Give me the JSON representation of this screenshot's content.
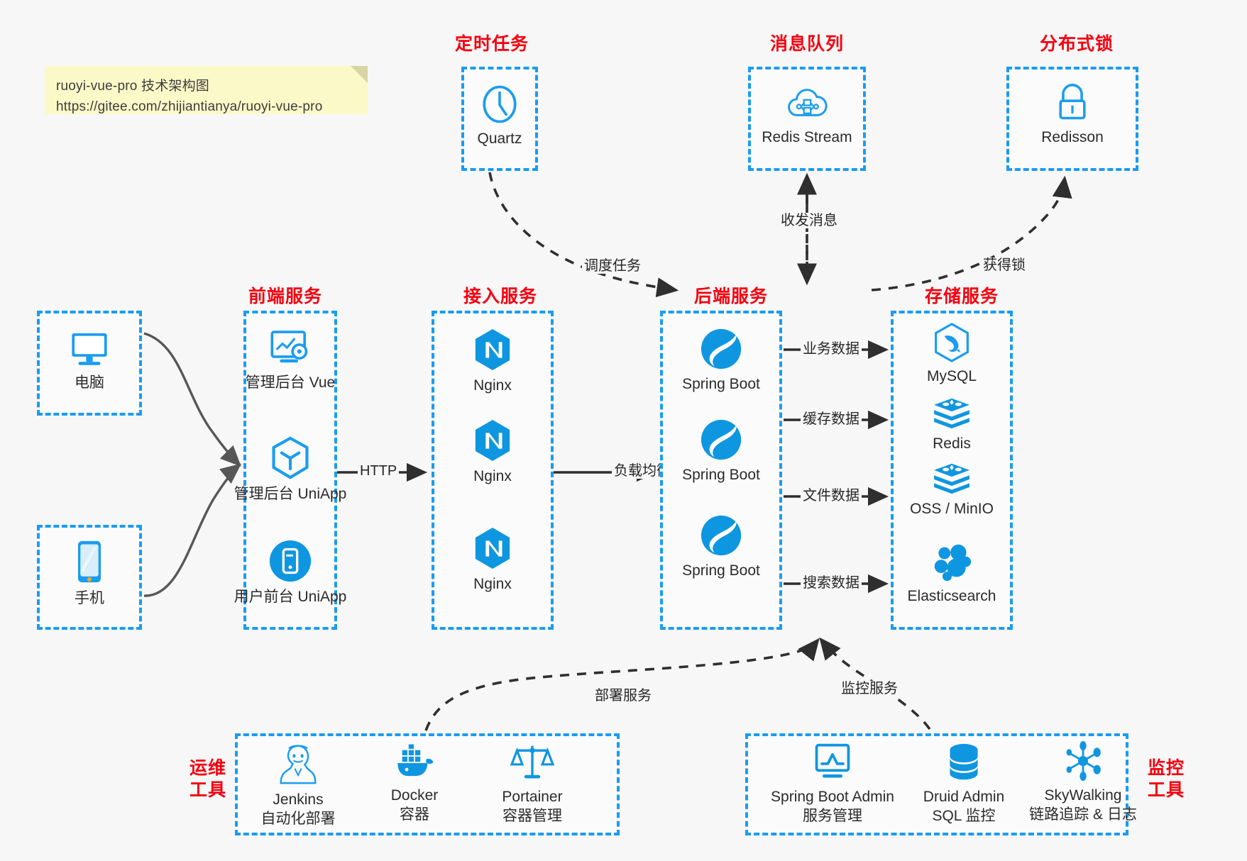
{
  "note": {
    "line1": "ruoyi-vue-pro 技术架构图",
    "line2": "https://gitee.com/zhijiantianya/ruoyi-vue-pro"
  },
  "colors": {
    "accent_blue": "#1a9cf0",
    "icon_blue": "#0f96e0",
    "title_red": "#f5000f",
    "edge_dark": "#2f2f2f",
    "background": "#f7f7f7",
    "note_yellow": "#fcf9c8"
  },
  "groups": {
    "scheduled_task": {
      "title": "定时任务",
      "nodes": [
        {
          "label": "Quartz",
          "icon": "clock-icon"
        }
      ]
    },
    "message_queue": {
      "title": "消息队列",
      "nodes": [
        {
          "label": "Redis Stream",
          "icon": "cloud-stream-icon"
        }
      ]
    },
    "distributed_lock": {
      "title": "分布式锁",
      "nodes": [
        {
          "label": "Redisson",
          "icon": "lock-icon"
        }
      ]
    },
    "client_pc": {
      "title": "",
      "nodes": [
        {
          "label": "电脑",
          "icon": "desktop-icon"
        }
      ]
    },
    "client_mobile": {
      "title": "",
      "nodes": [
        {
          "label": "手机",
          "icon": "phone-icon"
        }
      ]
    },
    "frontend": {
      "title": "前端服务",
      "nodes": [
        {
          "label": "管理后台 Vue",
          "icon": "dashboard-vue-icon"
        },
        {
          "label": "管理后台 UniApp",
          "icon": "uniapp-cube-icon"
        },
        {
          "label": "用户前台 UniApp",
          "icon": "uniapp-mobile-icon"
        }
      ]
    },
    "gateway": {
      "title": "接入服务",
      "nodes": [
        {
          "label": "Nginx",
          "icon": "nginx-icon"
        },
        {
          "label": "Nginx",
          "icon": "nginx-icon"
        },
        {
          "label": "Nginx",
          "icon": "nginx-icon"
        }
      ]
    },
    "backend": {
      "title": "后端服务",
      "nodes": [
        {
          "label": "Spring Boot",
          "icon": "spring-boot-icon"
        },
        {
          "label": "Spring Boot",
          "icon": "spring-boot-icon"
        },
        {
          "label": "Spring Boot",
          "icon": "spring-boot-icon"
        }
      ]
    },
    "storage": {
      "title": "存储服务",
      "nodes": [
        {
          "label": "MySQL",
          "icon": "mysql-icon"
        },
        {
          "label": "Redis",
          "icon": "redis-icon"
        },
        {
          "label": "OSS / MinIO",
          "icon": "oss-minio-icon"
        },
        {
          "label": "Elasticsearch",
          "icon": "elasticsearch-icon"
        }
      ]
    },
    "devops": {
      "title": "运维\n工具",
      "title_line1": "运维",
      "title_line2": "工具",
      "nodes": [
        {
          "label": "Jenkins",
          "sublabel": "自动化部署",
          "icon": "jenkins-icon"
        },
        {
          "label": "Docker",
          "sublabel": "容器",
          "icon": "docker-icon"
        },
        {
          "label": "Portainer",
          "sublabel": "容器管理",
          "icon": "portainer-scale-icon"
        }
      ]
    },
    "monitoring": {
      "title_line1": "监控",
      "title_line2": "工具",
      "nodes": [
        {
          "label": "Spring Boot Admin",
          "sublabel": "服务管理",
          "icon": "monitor-chart-icon"
        },
        {
          "label": "Druid Admin",
          "sublabel": "SQL 监控",
          "icon": "database-icon"
        },
        {
          "label": "SkyWalking",
          "sublabel": "链路追踪 & 日志",
          "icon": "skywalking-icon"
        }
      ]
    }
  },
  "edges": [
    {
      "label": "调度任务",
      "from": "scheduled_task",
      "to": "backend",
      "style": "dashed"
    },
    {
      "label": "收发消息",
      "from": "message_queue",
      "to": "backend",
      "style": "dashed",
      "bidirectional": true
    },
    {
      "label": "获得锁",
      "from": "backend",
      "to": "distributed_lock",
      "style": "dashed"
    },
    {
      "label": "HTTP",
      "from": "frontend",
      "to": "gateway",
      "style": "solid"
    },
    {
      "label": "负载均衡",
      "from": "gateway",
      "to": "backend",
      "style": "solid"
    },
    {
      "label": "业务数据",
      "from": "backend",
      "to": "mysql",
      "style": "solid"
    },
    {
      "label": "缓存数据",
      "from": "backend",
      "to": "redis",
      "style": "solid"
    },
    {
      "label": "文件数据",
      "from": "backend",
      "to": "oss",
      "style": "solid"
    },
    {
      "label": "搜索数据",
      "from": "backend",
      "to": "elasticsearch",
      "style": "solid"
    },
    {
      "label": "部署服务",
      "from": "devops",
      "to": "backend",
      "style": "dashed"
    },
    {
      "label": "监控服务",
      "from": "monitoring",
      "to": "backend",
      "style": "dashed"
    }
  ]
}
